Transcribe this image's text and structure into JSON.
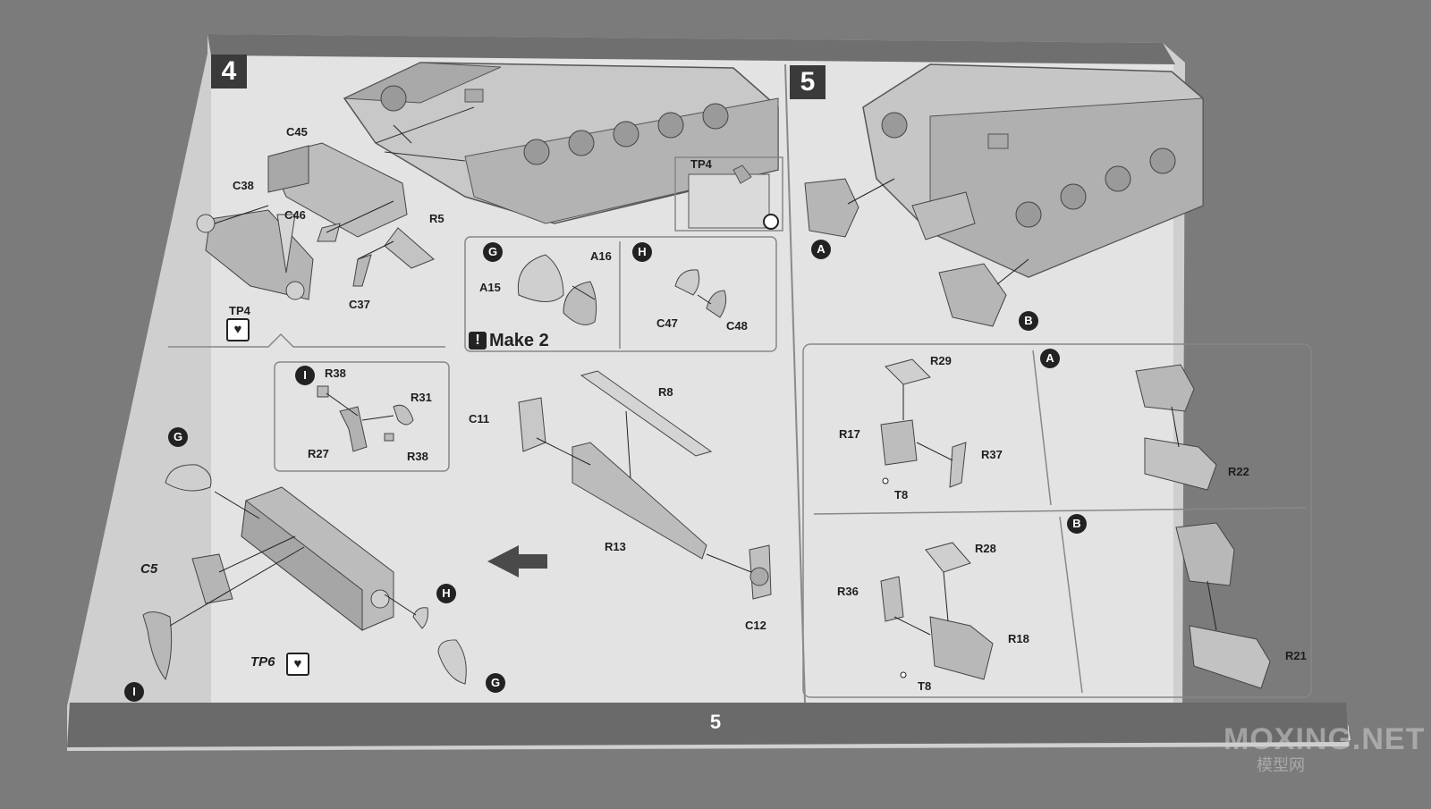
{
  "page_number": "5",
  "steps": {
    "left": "4",
    "right": "5"
  },
  "callouts": {
    "make": "Make 2",
    "G": "G",
    "H": "H",
    "I": "I",
    "A": "A",
    "B": "B"
  },
  "parts": {
    "C45": "C45",
    "C38": "C38",
    "C46": "C46",
    "R5": "R5",
    "C37": "C37",
    "TP4_left": "TP4",
    "TP4_box": "TP4",
    "A15": "A15",
    "A16": "A16",
    "C47": "C47",
    "C48": "C48",
    "R38_top": "R38",
    "R31": "R31",
    "R27": "R27",
    "R38_bottom": "R38",
    "C11": "C11",
    "R8": "R8",
    "R13": "R13",
    "C12": "C12",
    "C5": "C5",
    "TP6": "TP6",
    "R29": "R29",
    "R17": "R17",
    "R37": "R37",
    "T8_a": "T8",
    "R22": "R22",
    "R28": "R28",
    "R36": "R36",
    "R18": "R18",
    "T8_b": "T8",
    "R21": "R21"
  },
  "watermark": {
    "text": "MOXING.NET",
    "sub": "模型网"
  }
}
